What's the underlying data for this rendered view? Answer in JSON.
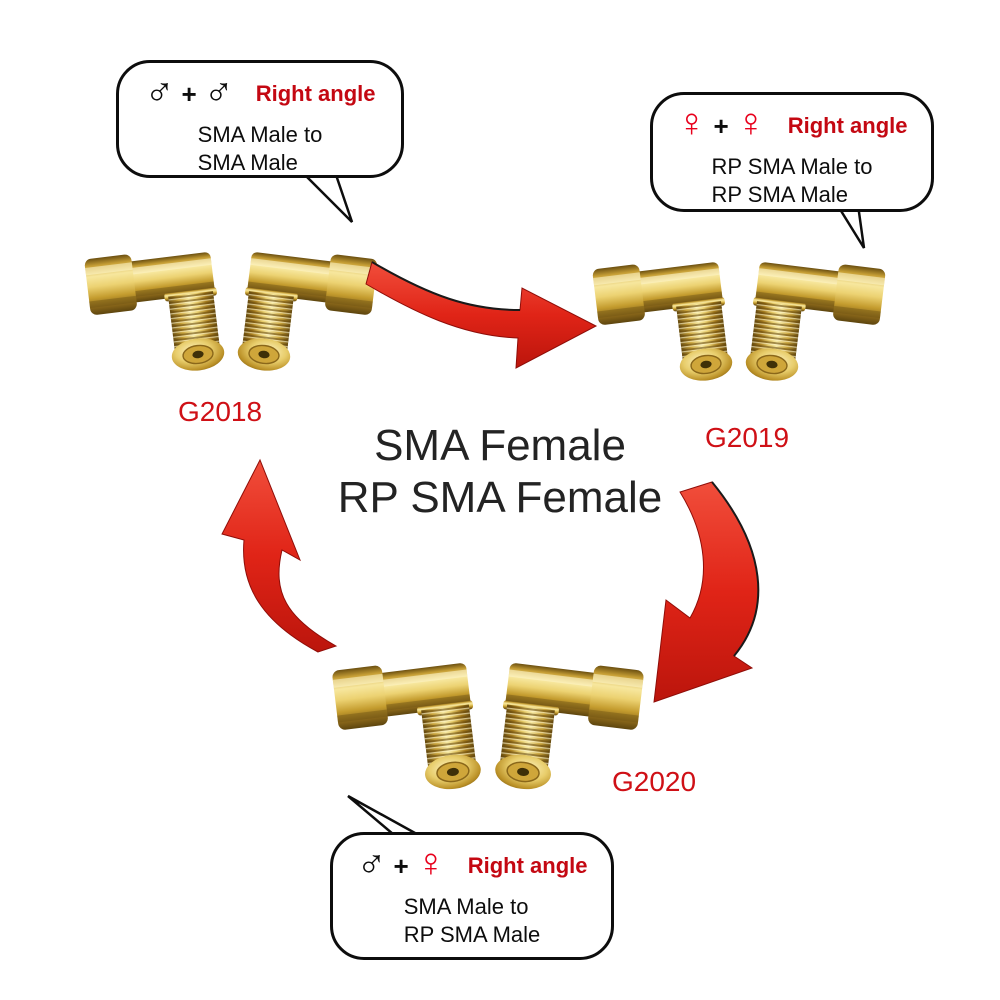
{
  "colors": {
    "accent_red": "#c40812",
    "code_red": "#cf1016",
    "arrow_red": "#e02417",
    "gold": "#d9b44a",
    "text_black": "#111111"
  },
  "callouts": [
    {
      "symbol1": "♂",
      "symbol1_type": "male",
      "plus": "+",
      "symbol2": "♂",
      "symbol2_type": "male",
      "badge": "Right angle",
      "line1": "SMA Male to",
      "line2": "SMA Male"
    },
    {
      "symbol1": "♀",
      "symbol1_type": "female",
      "plus": "+",
      "symbol2": "♀",
      "symbol2_type": "female",
      "badge": "Right angle",
      "line1": "RP SMA Male to",
      "line2": "RP SMA Male"
    },
    {
      "symbol1": "♂",
      "symbol1_type": "male",
      "plus": "+",
      "symbol2": "♀",
      "symbol2_type": "female",
      "badge": "Right angle",
      "line1": "SMA Male to",
      "line2": "RP SMA Male"
    }
  ],
  "center": {
    "line1": "SMA Female",
    "line2": "RP SMA Female"
  },
  "products": [
    {
      "code": "G2018"
    },
    {
      "code": "G2019"
    },
    {
      "code": "G2020"
    }
  ]
}
